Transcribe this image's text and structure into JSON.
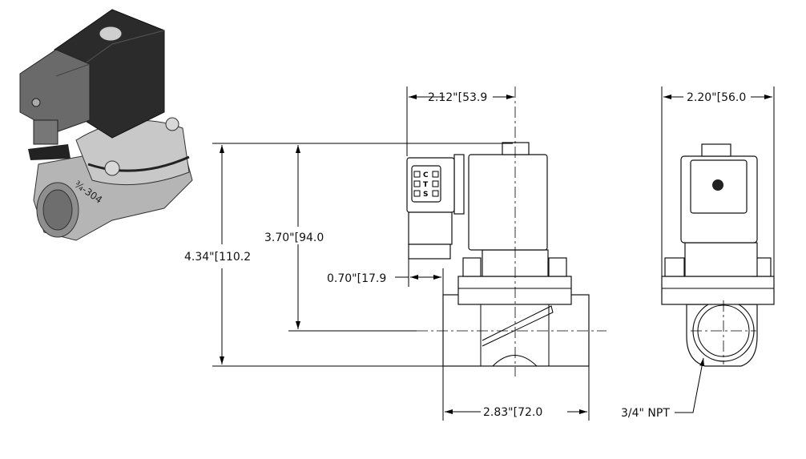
{
  "drawing": {
    "title": "Solenoid valve dimensional drawing",
    "iso_marking": "¾-304",
    "connector_labels": [
      "C",
      "T",
      "S"
    ],
    "dimensions": {
      "front_width": "2.12\"[53.9",
      "side_width": "2.20\"[56.0",
      "overall_height": "4.34\"[110.2",
      "center_height": "3.70\"[94.0",
      "connector_offset": "0.70\"[17.9",
      "body_length": "2.83\"[72.0",
      "port_size": "3/4\" NPT"
    },
    "colors": {
      "coil": "#2b2b2b",
      "connector": "#6a6a6a",
      "body": "#b8b8b8"
    }
  }
}
